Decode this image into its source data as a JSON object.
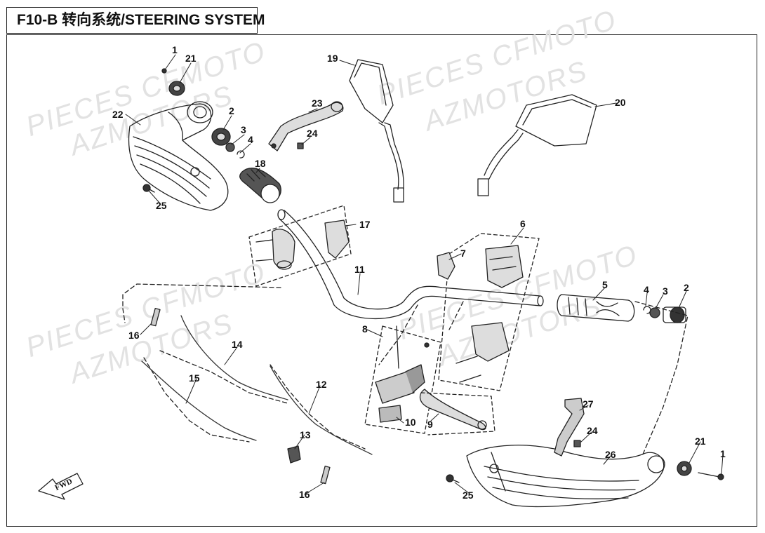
{
  "header": {
    "title": "F10-B 转向系统/STEERING SYSTEM"
  },
  "watermarks": [
    "PIECES CFMOTO",
    "AZMOTORS"
  ],
  "fwd_label": "FWD",
  "callouts": [
    {
      "id": "c1a",
      "label": "1"
    },
    {
      "id": "c21a",
      "label": "21"
    },
    {
      "id": "c22",
      "label": "22"
    },
    {
      "id": "c2a",
      "label": "2"
    },
    {
      "id": "c3a",
      "label": "3"
    },
    {
      "id": "c4a",
      "label": "4"
    },
    {
      "id": "c23",
      "label": "23"
    },
    {
      "id": "c24a",
      "label": "24"
    },
    {
      "id": "c18",
      "label": "18"
    },
    {
      "id": "c19",
      "label": "19"
    },
    {
      "id": "c20",
      "label": "20"
    },
    {
      "id": "c25a",
      "label": "25"
    },
    {
      "id": "c17",
      "label": "17"
    },
    {
      "id": "c6",
      "label": "6"
    },
    {
      "id": "c7",
      "label": "7"
    },
    {
      "id": "c11",
      "label": "11"
    },
    {
      "id": "c5",
      "label": "5"
    },
    {
      "id": "c4b",
      "label": "4"
    },
    {
      "id": "c3b",
      "label": "3"
    },
    {
      "id": "c2b",
      "label": "2"
    },
    {
      "id": "c16a",
      "label": "16"
    },
    {
      "id": "c14",
      "label": "14"
    },
    {
      "id": "c8",
      "label": "8"
    },
    {
      "id": "c15",
      "label": "15"
    },
    {
      "id": "c12",
      "label": "12"
    },
    {
      "id": "c10",
      "label": "10"
    },
    {
      "id": "c9",
      "label": "9"
    },
    {
      "id": "c27",
      "label": "27"
    },
    {
      "id": "c24b",
      "label": "24"
    },
    {
      "id": "c21b",
      "label": "21"
    },
    {
      "id": "c1b",
      "label": "1"
    },
    {
      "id": "c26",
      "label": "26"
    },
    {
      "id": "c13",
      "label": "13"
    },
    {
      "id": "c25b",
      "label": "25"
    },
    {
      "id": "c16b",
      "label": "16"
    }
  ]
}
